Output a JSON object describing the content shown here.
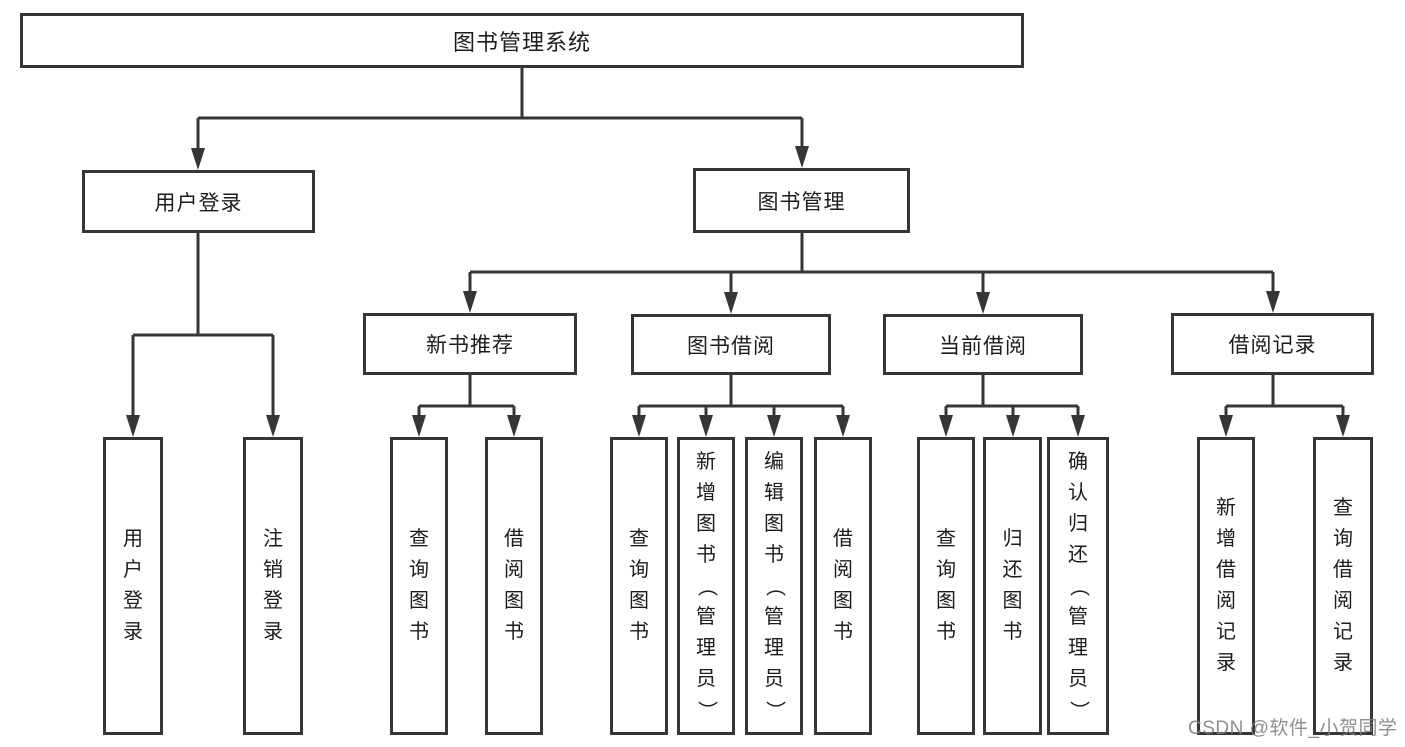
{
  "diagram": {
    "root": {
      "label": "图书管理系统",
      "children": [
        {
          "label": "用户登录",
          "children": [
            {
              "label": "用户登录"
            },
            {
              "label": "注销登录"
            }
          ]
        },
        {
          "label": "图书管理",
          "children": [
            {
              "label": "新书推荐",
              "children": [
                {
                  "label": "查询图书"
                },
                {
                  "label": "借阅图书"
                }
              ]
            },
            {
              "label": "图书借阅",
              "children": [
                {
                  "label": "查询图书"
                },
                {
                  "label": "新增图书（管理员）"
                },
                {
                  "label": "编辑图书（管理员）"
                },
                {
                  "label": "借阅图书"
                }
              ]
            },
            {
              "label": "当前借阅",
              "children": [
                {
                  "label": "查询图书"
                },
                {
                  "label": "归还图书"
                },
                {
                  "label": "确认归还（管理员）"
                }
              ]
            },
            {
              "label": "借阅记录",
              "children": [
                {
                  "label": "新增借阅记录"
                },
                {
                  "label": "查询借阅记录"
                }
              ]
            }
          ]
        }
      ]
    }
  },
  "watermark": {
    "text": "CSDN @软件_小贺同学"
  },
  "colors": {
    "line": "#363636",
    "text": "#1c1c1c",
    "background": "#ffffff",
    "watermark": "#808080"
  }
}
